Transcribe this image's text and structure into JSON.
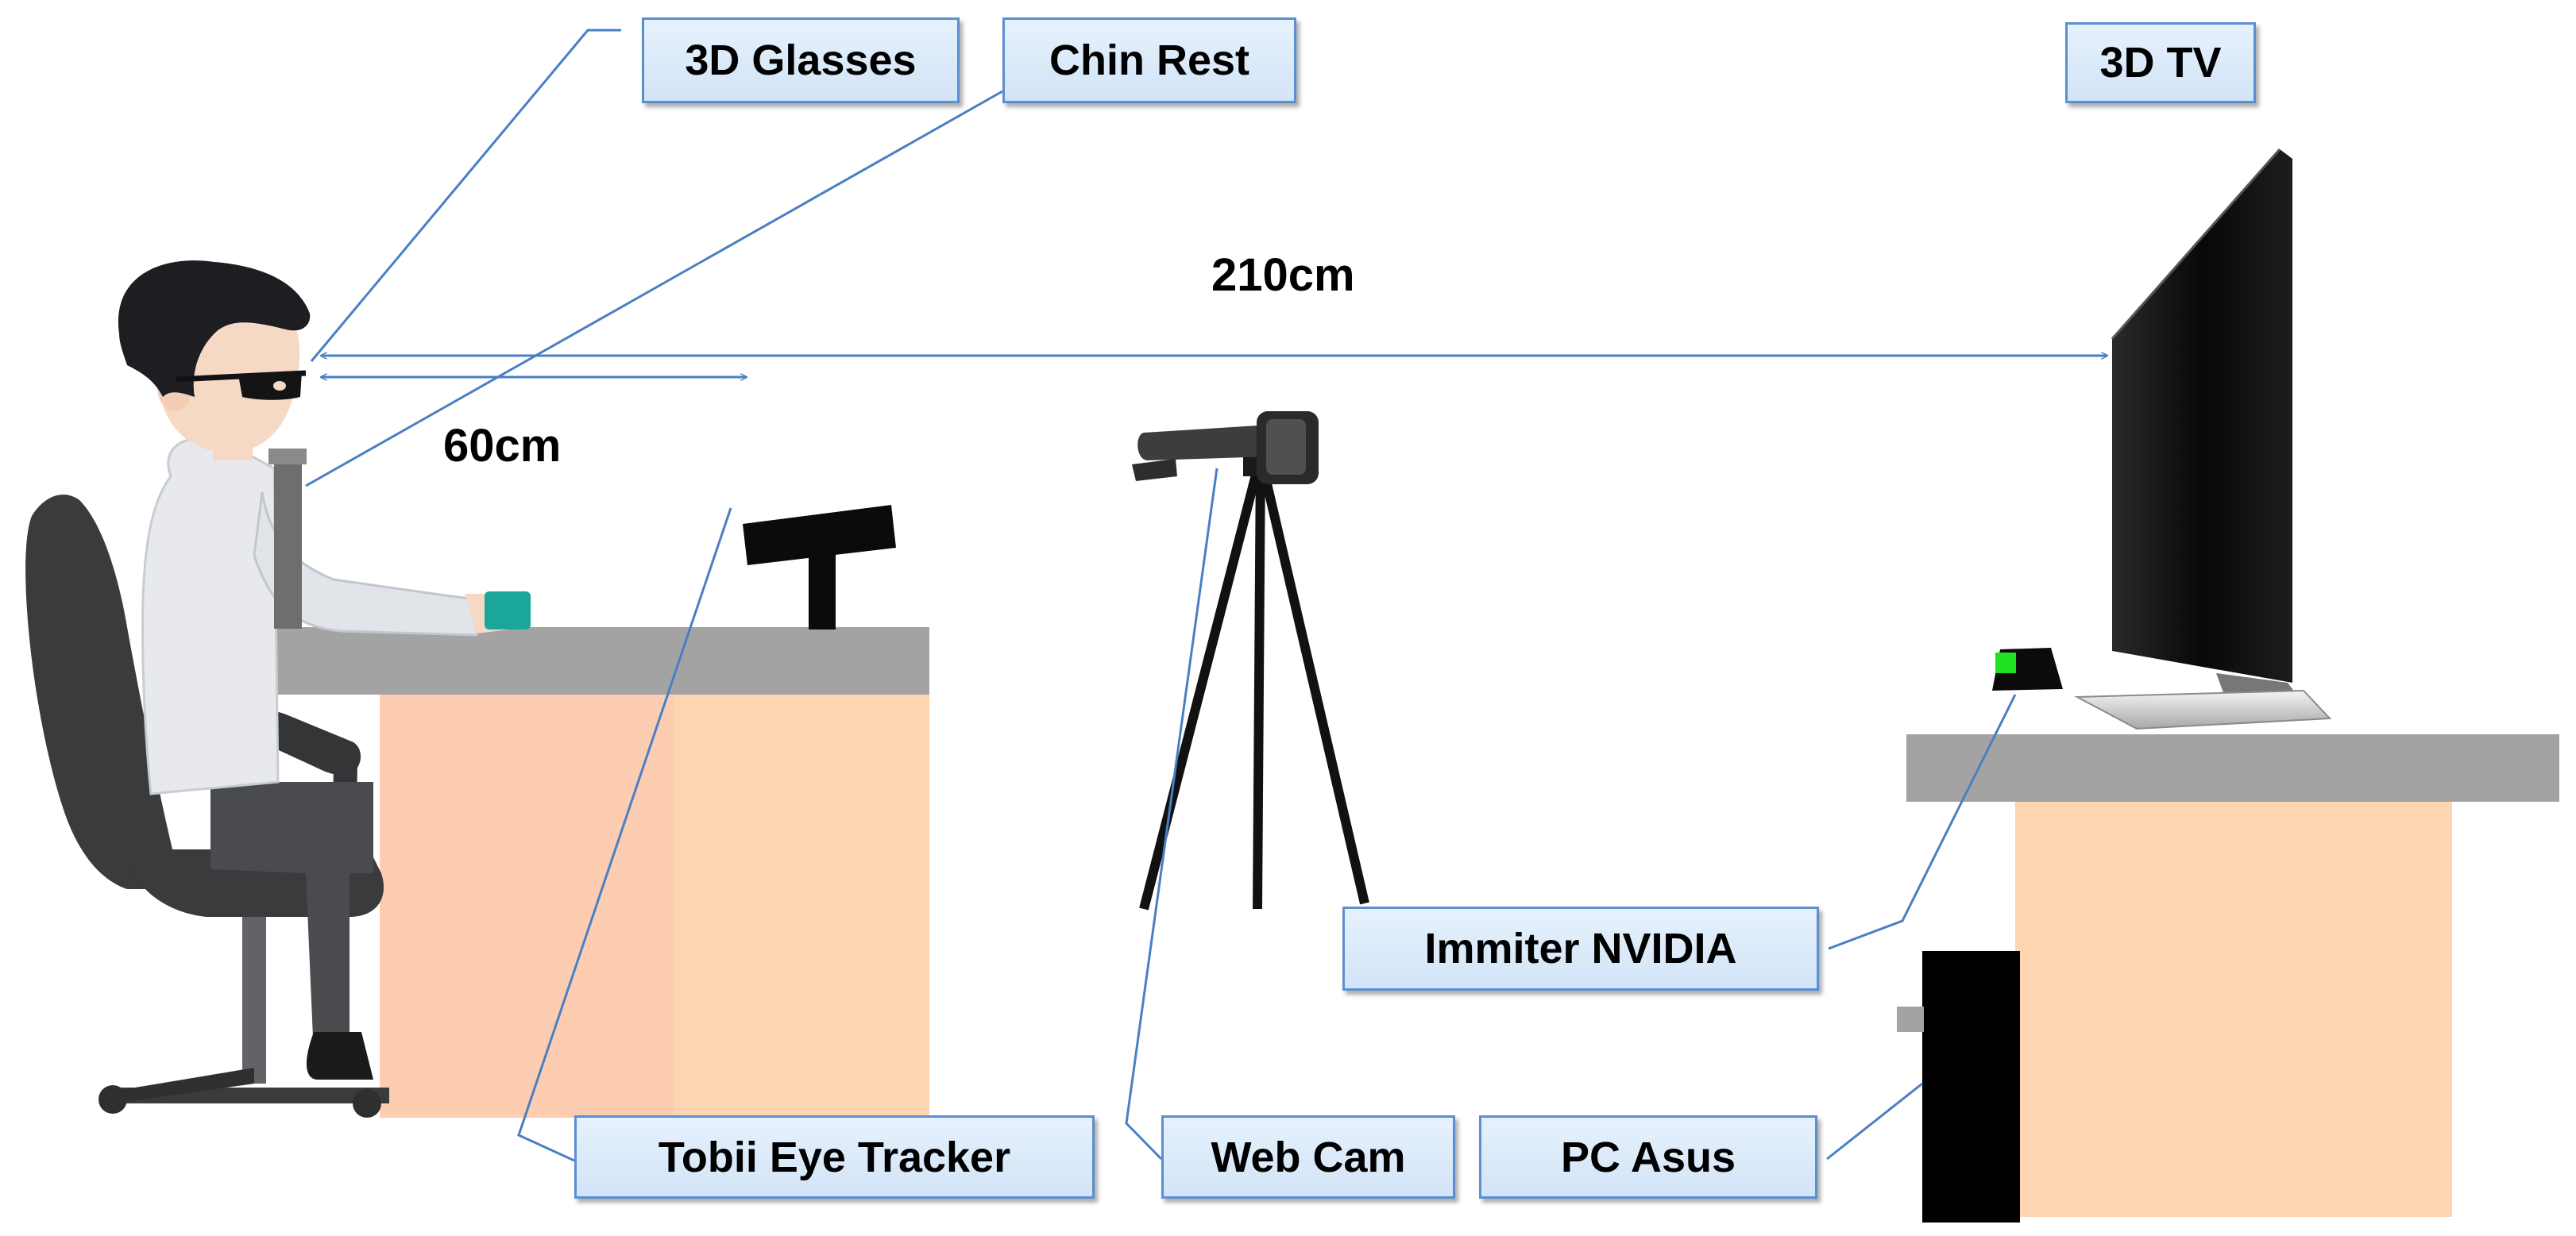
{
  "labels": {
    "glasses": "3D Glasses",
    "chin_rest": "Chin Rest",
    "tv": "3D TV",
    "emitter": "Immiter NVIDIA",
    "eye_tracker": "Tobii Eye Tracker",
    "web_cam": "Web Cam",
    "pc": "PC Asus"
  },
  "distances": {
    "screen": "210cm",
    "tracker": "60cm"
  },
  "colors": {
    "desk_top": "#a3a3a3",
    "desk_body": "#fdd5b0",
    "label_fill": "#dce9f8",
    "label_border": "#5b8fd1",
    "leader_line": "#4a7fc4",
    "chair": "#3a3b3d",
    "screen": "#0b0b0c",
    "emitter_led": "#22e022"
  }
}
